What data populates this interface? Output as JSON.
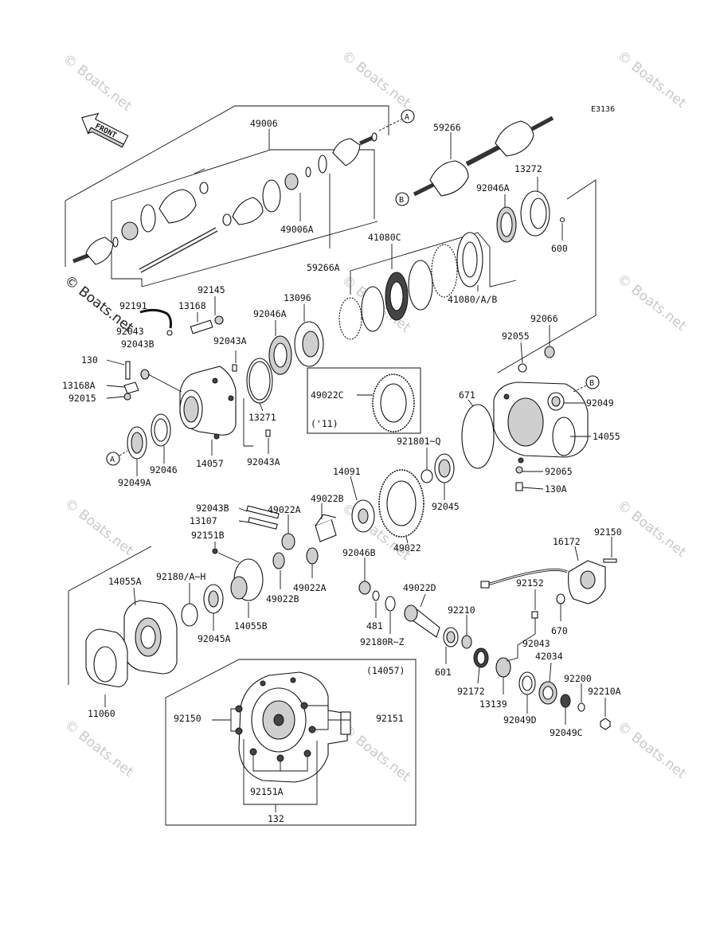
{
  "diagram_code": "E3136",
  "front_label": "FRONT",
  "watermark_text": "© Boats.net",
  "callout_a": "A",
  "callout_b": "B",
  "year_note": "('11)",
  "inset_title": "(14057)",
  "labels": {
    "p49006": "49006",
    "p59266": "59266",
    "p13272": "13272",
    "p92046A_top": "92046A",
    "p600": "600",
    "p49006A": "49006A",
    "p59266A": "59266A",
    "p41080C": "41080C",
    "p41080AB": "41080/A/B",
    "p92145": "92145",
    "p13096": "13096",
    "p92191": "92191",
    "p13168": "13168",
    "p92046A_mid": "92046A",
    "p92043": "92043",
    "p92043B_left": "92043B",
    "p92043A_top": "92043A",
    "p130": "130",
    "p13168A": "13168A",
    "p92015": "92015",
    "p92066": "92066",
    "p92055": "92055",
    "p49022C": "49022C",
    "p671": "671",
    "p92049": "92049",
    "p14055": "14055",
    "p13271": "13271",
    "p92049A": "92049A",
    "p92046": "92046",
    "p14057": "14057",
    "p92043A_bot": "92043A",
    "p92180_1Q": "921801~Q",
    "p92045": "92045",
    "p92065": "92065",
    "p130A": "130A",
    "p14091": "14091",
    "p92043B": "92043B",
    "p49022A_top": "49022A",
    "p49022B_top": "49022B",
    "p13107": "13107",
    "p92151B": "92151B",
    "p49022": "49022",
    "p16172": "16172",
    "p92150_top": "92150",
    "p92046B": "92046B",
    "p92180AH": "92180/A~H",
    "p14055A": "14055A",
    "p49022B_bot": "49022B",
    "p49022A_bot": "49022A",
    "p49022D": "49022D",
    "p92152": "92152",
    "p481": "481",
    "p92180RZ": "92180R~Z",
    "p92045A": "92045A",
    "p14055B": "14055B",
    "p92210": "92210",
    "p670": "670",
    "p92043_right": "92043",
    "p42034": "42034",
    "p601": "601",
    "p92172": "92172",
    "p13139": "13139",
    "p92200": "92200",
    "p92210A": "92210A",
    "p11060": "11060",
    "p92049D": "92049D",
    "p92049C": "92049C",
    "p92150_bot": "92150",
    "p92151": "92151",
    "p92151A": "92151A",
    "p132": "132"
  }
}
